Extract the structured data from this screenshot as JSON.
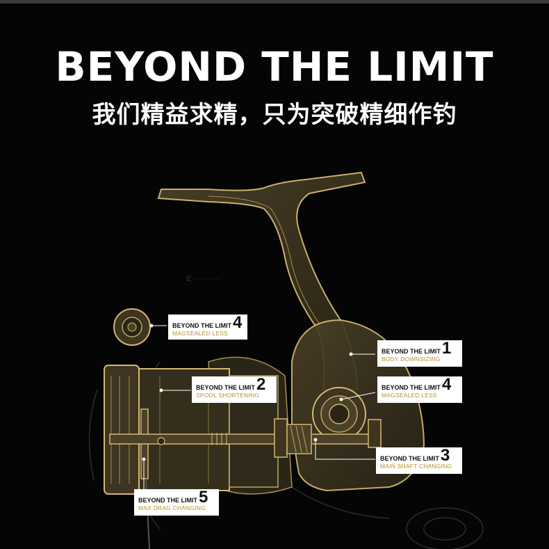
{
  "header": {
    "title": "BEYOND THE LIMIT",
    "subtitle": "我们精益求精，只为突破精细作钓"
  },
  "callouts": [
    {
      "label": "BEYOND THE LIMIT",
      "number": "4",
      "feature": "MAGSEALED LESS"
    },
    {
      "label": "BEYOND THE LIMIT",
      "number": "1",
      "feature": "BODY DOWNSIZING"
    },
    {
      "label": "BEYOND THE LIMIT",
      "number": "2",
      "feature": "SPOOL SHORTENING"
    },
    {
      "label": "BEYOND THE LIMIT",
      "number": "4",
      "feature": "MAGSEALED LESS"
    },
    {
      "label": "BEYOND THE LIMIT",
      "number": "3",
      "feature": "MAIN SHAFT CHANGING"
    },
    {
      "label": "BEYOND THE LIMIT",
      "number": "5",
      "feature": "MAX DRAG CHANGING"
    }
  ],
  "colors": {
    "background": "#050505",
    "gold_outline": "#d6b870",
    "gold_fill": "#3a3320",
    "feature_text": "#b8902a"
  }
}
